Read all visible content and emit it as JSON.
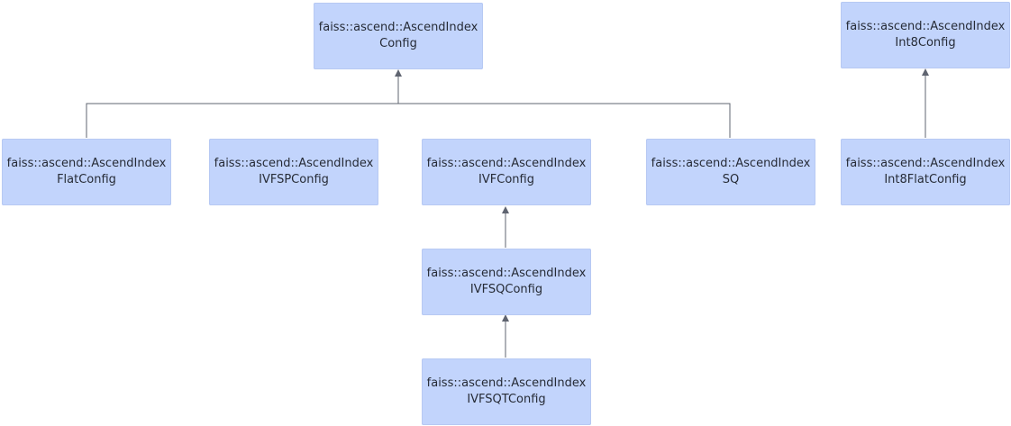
{
  "nodes": {
    "base": {
      "line1": "faiss::ascend::AscendIndex",
      "line2": "Config"
    },
    "int8": {
      "line1": "faiss::ascend::AscendIndex",
      "line2": "Int8Config"
    },
    "flat": {
      "line1": "faiss::ascend::AscendIndex",
      "line2": "FlatConfig"
    },
    "ivfsp": {
      "line1": "faiss::ascend::AscendIndex",
      "line2": "IVFSPConfig"
    },
    "ivf": {
      "line1": "faiss::ascend::AscendIndex",
      "line2": "IVFConfig"
    },
    "sq": {
      "line1": "faiss::ascend::AscendIndex",
      "line2": "SQ"
    },
    "int8flat": {
      "line1": "faiss::ascend::AscendIndex",
      "line2": "Int8FlatConfig"
    },
    "ivfsq": {
      "line1": "faiss::ascend::AscendIndex",
      "line2": "IVFSQConfig"
    },
    "ivfsqt": {
      "line1": "faiss::ascend::AscendIndex",
      "line2": "IVFSQTConfig"
    }
  },
  "colors": {
    "node_fill": "#c2d4fc",
    "edge": "#5f6470",
    "text": "#262b36"
  }
}
